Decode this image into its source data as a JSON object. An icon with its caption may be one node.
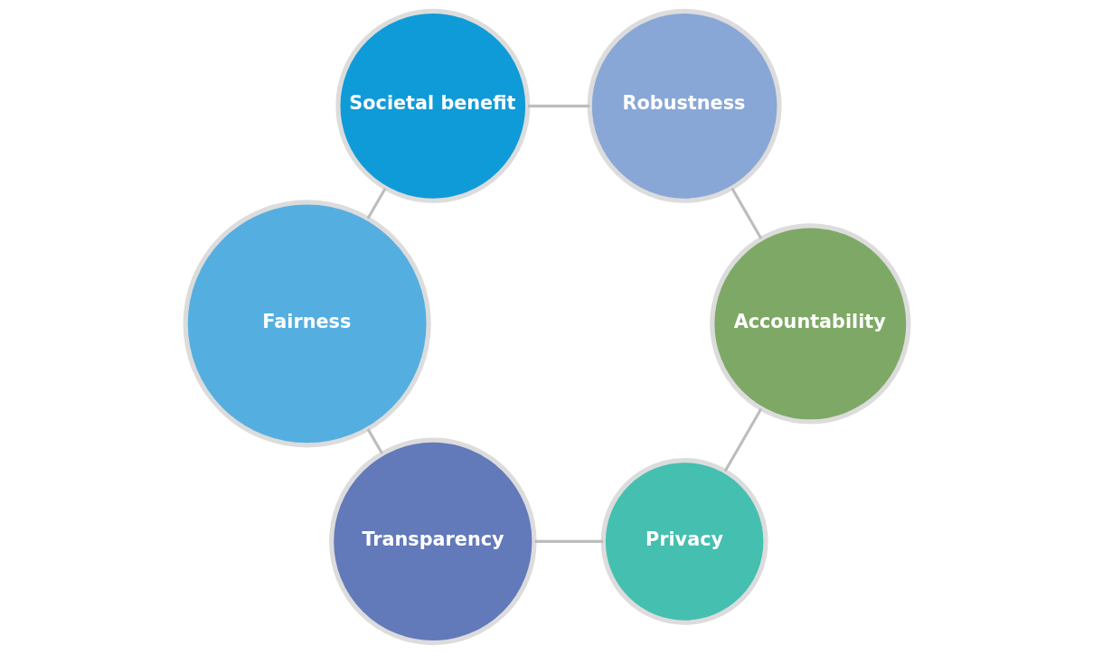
{
  "diagram": {
    "nodes": [
      {
        "text": [
          "Privacy"
        ]
      },
      {
        "text": [
          "Transparency"
        ]
      },
      {
        "text": [
          "Fairness"
        ]
      },
      {
        "text": [
          "Societal benefit"
        ]
      },
      {
        "text": [
          "Robustness"
        ]
      },
      {
        "text": [
          "Accountability"
        ]
      }
    ],
    "edges": [
      {
        "from": 0,
        "to": 1,
        "arrow": "none"
      },
      {
        "from": 1,
        "to": 2,
        "arrow": "none"
      },
      {
        "from": 2,
        "to": 3,
        "arrow": "none"
      },
      {
        "from": 3,
        "to": 4,
        "arrow": "none"
      },
      {
        "from": 4,
        "to": 5,
        "arrow": "none"
      },
      {
        "from": 5,
        "to": 0,
        "arrow": "none"
      }
    ]
  }
}
